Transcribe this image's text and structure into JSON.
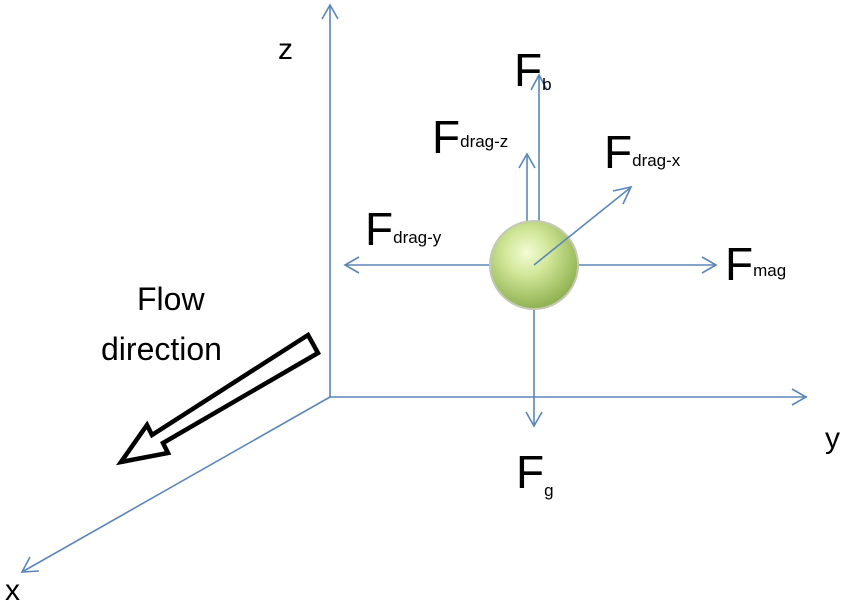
{
  "axes": {
    "x": "x",
    "y": "y",
    "z": "z"
  },
  "flow_label": {
    "line1": "Flow",
    "line2": "direction"
  },
  "forces": {
    "buoyancy": {
      "main": "F",
      "sub": "b"
    },
    "drag_z": {
      "main": "F",
      "sub": "drag-z"
    },
    "drag_x": {
      "main": "F",
      "sub": "drag-x"
    },
    "drag_y": {
      "main": "F",
      "sub": "drag-y"
    },
    "magnetic": {
      "main": "F",
      "sub": "mag"
    },
    "gravity": {
      "main": "F",
      "sub": "g"
    }
  },
  "colors": {
    "axis_line": "#5b86b8",
    "vector_line": "#5b86b8",
    "particle_light": "#eef8c4",
    "particle_mid": "#c3de84",
    "particle_dark": "#8fb24e",
    "particle_edge": "#c4c9b4",
    "flow_arrow_stroke": "#000000"
  }
}
